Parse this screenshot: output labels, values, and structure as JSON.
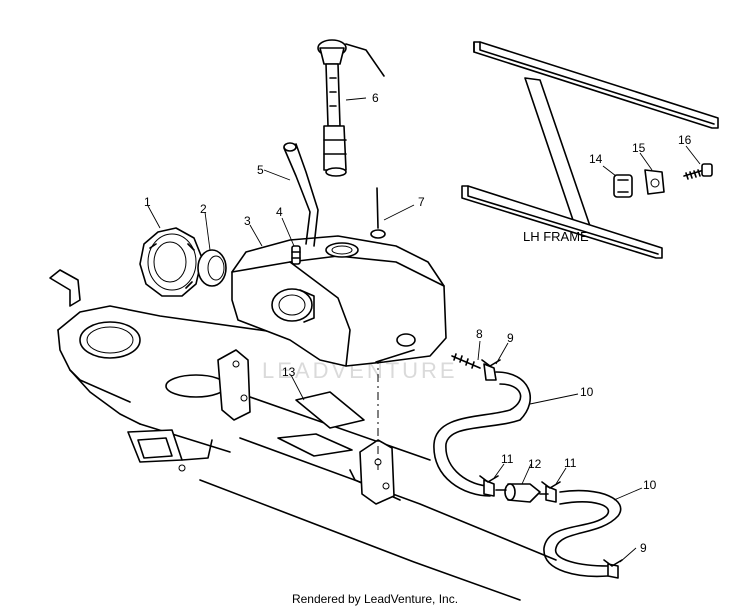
{
  "diagram": {
    "callouts": [
      {
        "id": "c1",
        "label": "1"
      },
      {
        "id": "c2",
        "label": "2"
      },
      {
        "id": "c3",
        "label": "3"
      },
      {
        "id": "c4",
        "label": "4"
      },
      {
        "id": "c5",
        "label": "5"
      },
      {
        "id": "c6",
        "label": "6"
      },
      {
        "id": "c7",
        "label": "7"
      },
      {
        "id": "c8",
        "label": "8"
      },
      {
        "id": "c9a",
        "label": "9"
      },
      {
        "id": "c9b",
        "label": "9"
      },
      {
        "id": "c10a",
        "label": "10"
      },
      {
        "id": "c10b",
        "label": "10"
      },
      {
        "id": "c11a",
        "label": "11"
      },
      {
        "id": "c11b",
        "label": "11"
      },
      {
        "id": "c12",
        "label": "12"
      },
      {
        "id": "c13",
        "label": "13"
      },
      {
        "id": "c14",
        "label": "14"
      },
      {
        "id": "c15",
        "label": "15"
      },
      {
        "id": "c16",
        "label": "16"
      }
    ],
    "frame_label": "LH FRAME",
    "watermark": "LEADVENTURE"
  },
  "footer": {
    "text": "Rendered by LeadVenture, Inc."
  }
}
